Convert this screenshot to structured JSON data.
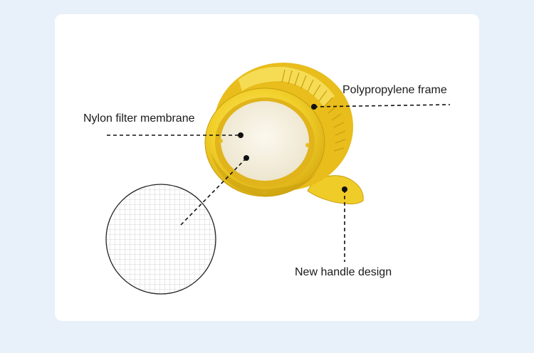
{
  "labels": {
    "membrane": "Nylon filter membrane",
    "frame": "Polypropylene frame",
    "handle": "New handle design"
  },
  "colors": {
    "background": "#e8f0fa",
    "card": "#ffffff",
    "frame_yellow": "#f2d02a",
    "frame_shadow": "#d9b012",
    "membrane": "#f7f3e6",
    "leader_line": "#111111"
  }
}
